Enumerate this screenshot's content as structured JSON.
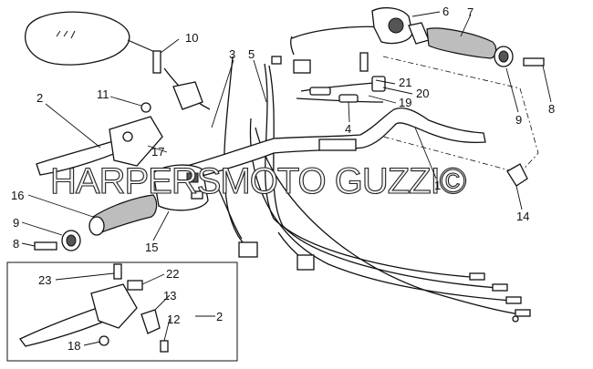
{
  "diagram": {
    "watermark": "HARPERSMOTO GUZZI©",
    "callouts": [
      {
        "id": "c10",
        "number": "10"
      },
      {
        "id": "c6",
        "number": "6"
      },
      {
        "id": "c7",
        "number": "7"
      },
      {
        "id": "c3",
        "number": "3"
      },
      {
        "id": "c5",
        "number": "5"
      },
      {
        "id": "c2a",
        "number": "2"
      },
      {
        "id": "c11",
        "number": "11"
      },
      {
        "id": "c21",
        "number": "21"
      },
      {
        "id": "c20",
        "number": "20"
      },
      {
        "id": "c19",
        "number": "19"
      },
      {
        "id": "c4",
        "number": "4"
      },
      {
        "id": "c9a",
        "number": "9"
      },
      {
        "id": "c8a",
        "number": "8"
      },
      {
        "id": "c17",
        "number": "17"
      },
      {
        "id": "c1",
        "number": "1"
      },
      {
        "id": "c16",
        "number": "16"
      },
      {
        "id": "c14",
        "number": "14"
      },
      {
        "id": "c9b",
        "number": "9"
      },
      {
        "id": "c8b",
        "number": "8"
      },
      {
        "id": "c15",
        "number": "15"
      },
      {
        "id": "c23",
        "number": "23"
      },
      {
        "id": "c22",
        "number": "22"
      },
      {
        "id": "c13",
        "number": "13"
      },
      {
        "id": "c12",
        "number": "12"
      },
      {
        "id": "c2b",
        "number": "2"
      },
      {
        "id": "c18",
        "number": "18"
      }
    ]
  }
}
